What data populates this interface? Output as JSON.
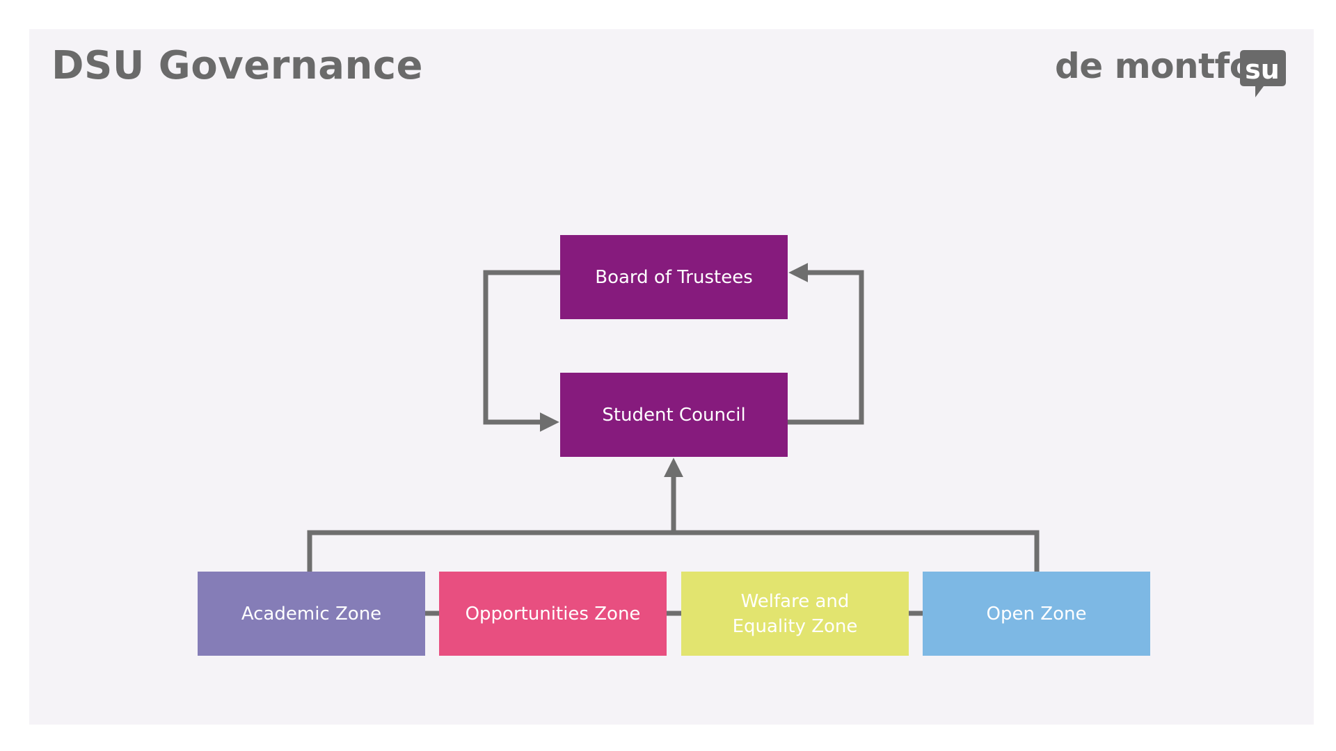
{
  "title": "DSU Governance",
  "logo": {
    "text": "de montfort",
    "badge": "su"
  },
  "nodes": {
    "board": "Board of Trustees",
    "council": "Student Council",
    "zones": [
      {
        "label": "Academic Zone"
      },
      {
        "label": "Opportunities Zone"
      },
      {
        "label": "Welfare and\nEquality Zone"
      },
      {
        "label": "Open Zone"
      }
    ]
  },
  "colors": {
    "background": "#f5f3f7",
    "text_gray": "#6a6a6a",
    "connector": "#6e6e6e",
    "purple": "#861b7d",
    "academic": "#857db7",
    "opportunities": "#e84f80",
    "welfare": "#e2e46f",
    "open": "#7db8e4"
  }
}
